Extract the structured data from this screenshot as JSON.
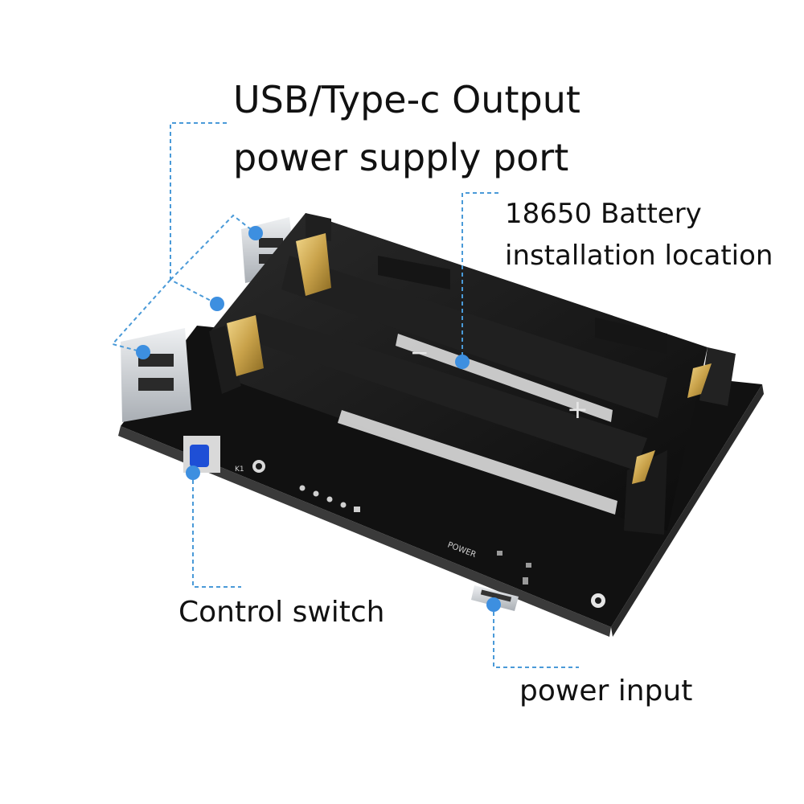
{
  "callouts": {
    "usb_output": {
      "lines": [
        "USB/Type-c Output",
        "power supply port"
      ]
    },
    "battery": {
      "lines": [
        "18650 Battery",
        "installation location"
      ]
    },
    "control_switch": {
      "text": "Control switch"
    },
    "power_input": {
      "text": "power input"
    }
  },
  "board_markings": {
    "power_label": "POWER",
    "switch_ref": "K1",
    "cell_plus": "+",
    "cell_minus": "−"
  },
  "colors": {
    "callout_line": "#4a9ad8",
    "callout_dot": "#3d8fe0",
    "pcb": "#111111",
    "holder": "#151515",
    "contact_gold": "#c9a24a",
    "usb_metal": "#c8ccd0",
    "button_blue": "#1e4fd6"
  }
}
